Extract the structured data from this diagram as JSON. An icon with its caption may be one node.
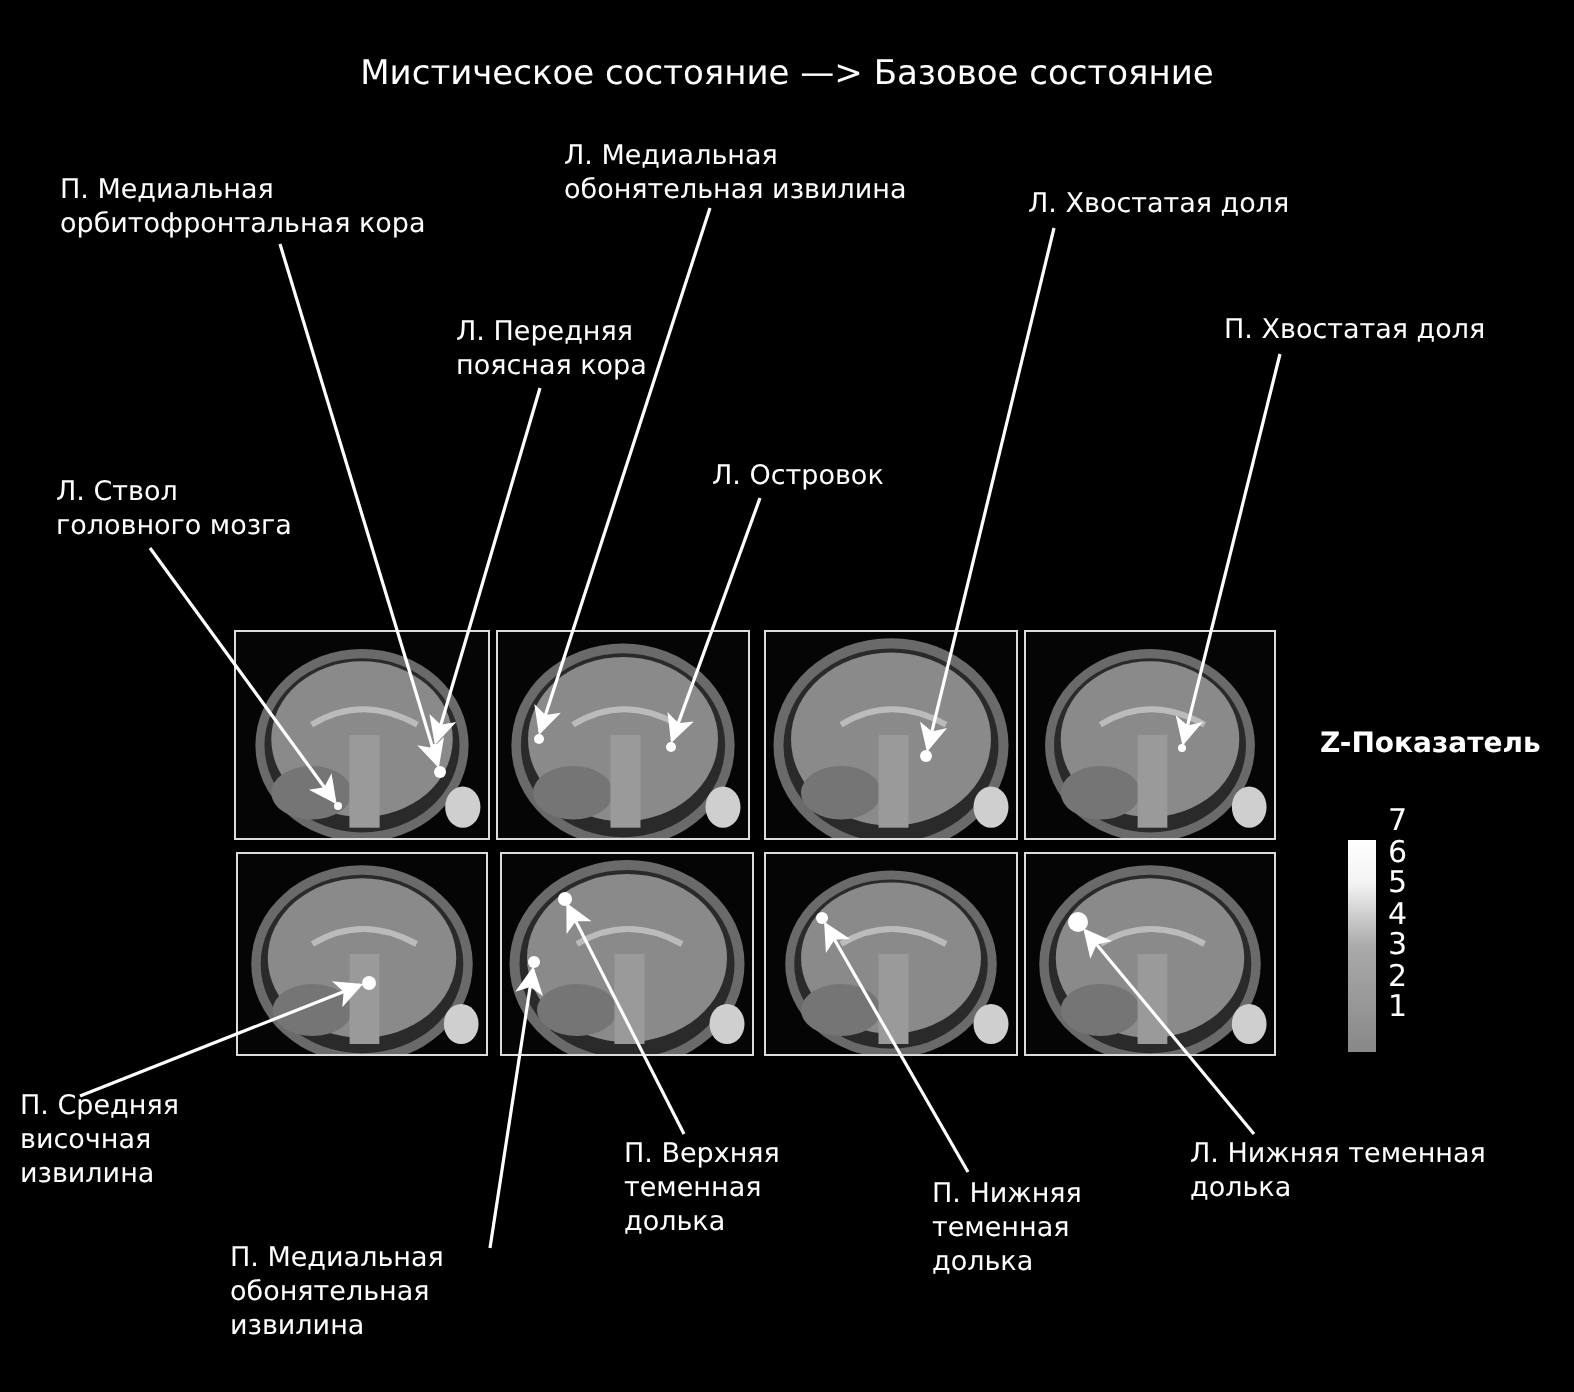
{
  "diagram": {
    "title": "Мистическое состояние —> Базовое состояние",
    "nodes": [
      {
        "text": [
          "П. Медиальная орбитофронтальная кора"
        ]
      },
      {
        "text": [
          "Л. Медиальная обонятельная извилина"
        ]
      },
      {
        "text": [
          "Л. Хвостатая доля"
        ]
      },
      {
        "text": [
          "Л. Передняя поясная кора"
        ]
      },
      {
        "text": [
          "П. Хвостатая доля"
        ]
      },
      {
        "text": [
          "Л. Ствол головного мозга"
        ]
      },
      {
        "text": [
          "Л. Островок"
        ]
      },
      {
        "text": [],
        "shape": "picture"
      },
      {
        "text": [],
        "shape": "circle",
        "in": 7
      },
      {
        "text": [],
        "shape": "circle",
        "in": 7
      },
      {
        "text": [],
        "shape": "circle",
        "in": 7
      },
      {
        "text": [],
        "shape": "picture"
      },
      {
        "text": [],
        "shape": "circle",
        "in": 11
      },
      {
        "text": [],
        "shape": "circle",
        "in": 11
      },
      {
        "text": [],
        "shape": "picture"
      },
      {
        "text": [],
        "shape": "circle",
        "in": 14
      },
      {
        "text": [],
        "shape": "picture"
      },
      {
        "text": [],
        "shape": "circle",
        "in": 16
      },
      {
        "text": [],
        "shape": "picture"
      },
      {
        "text": [],
        "shape": "circle",
        "in": 18
      },
      {
        "text": [],
        "shape": "picture"
      },
      {
        "text": [],
        "shape": "circle",
        "in": 20
      },
      {
        "text": [],
        "shape": "circle",
        "in": 20
      },
      {
        "text": [],
        "shape": "picture"
      },
      {
        "text": [],
        "shape": "circle",
        "in": 23
      },
      {
        "text": [],
        "shape": "picture"
      },
      {
        "text": [],
        "shape": "circle",
        "in": 25
      },
      {
        "text": [
          "П. Средняя височная извилина"
        ]
      },
      {
        "text": [
          "П. Медиальная обонятельная извилина"
        ]
      },
      {
        "text": [
          "П. Верхняя теменная долька"
        ]
      },
      {
        "text": [
          "П. Нижняя теменная долька"
        ]
      },
      {
        "text": [
          "Л. Нижняя теменная долька"
        ]
      }
    ],
    "edges": [
      {
        "from": 0,
        "to": 9,
        "arrow": "to"
      },
      {
        "from": 1,
        "to": 12,
        "arrow": "to"
      },
      {
        "from": 2,
        "to": 15,
        "arrow": "to"
      },
      {
        "from": 3,
        "to": 10,
        "arrow": "to"
      },
      {
        "from": 4,
        "to": 17,
        "arrow": "to"
      },
      {
        "from": 5,
        "to": 8,
        "arrow": "to"
      },
      {
        "from": 6,
        "to": 13,
        "arrow": "to"
      },
      {
        "from": 27,
        "to": 19,
        "arrow": "to"
      },
      {
        "from": 28,
        "to": 22,
        "arrow": "to"
      },
      {
        "from": 29,
        "to": 21,
        "arrow": "to"
      },
      {
        "from": 30,
        "to": 24,
        "arrow": "to"
      },
      {
        "from": 31,
        "to": 26,
        "arrow": "to"
      }
    ],
    "labels": [
      "Z-Показатель",
      "7",
      "6",
      "5",
      "4",
      "3",
      "2",
      "1"
    ]
  }
}
